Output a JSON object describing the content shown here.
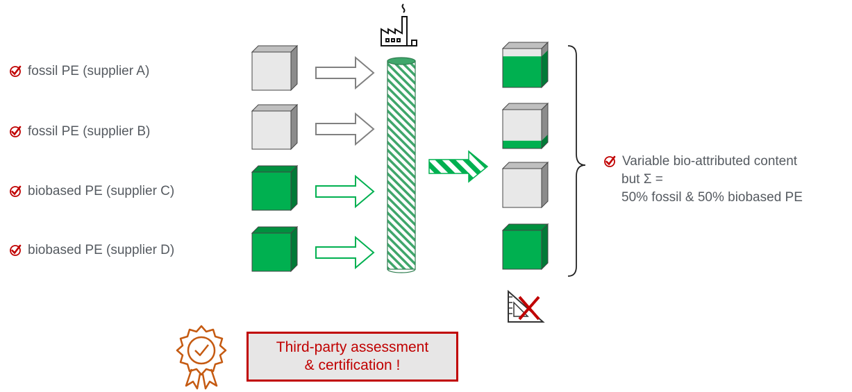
{
  "inputs": [
    {
      "label": "fossil PE (supplier A)",
      "kind": "fossil"
    },
    {
      "label": "fossil PE (supplier B)",
      "kind": "fossil"
    },
    {
      "label": "biobased PE (supplier C)",
      "kind": "biobased"
    },
    {
      "label": "biobased PE (supplier D)",
      "kind": "biobased"
    }
  ],
  "outputs": [
    {
      "bio_fraction": 0.8
    },
    {
      "bio_fraction": 0.2
    },
    {
      "bio_fraction": 0.0
    },
    {
      "bio_fraction": 1.0
    }
  ],
  "summary": {
    "line1": "Variable bio-attributed content",
    "line2": "but Σ =",
    "line3": "50% fossil & 50% biobased PE"
  },
  "certification": {
    "line1": "Third-party assessment",
    "line2": "& certification !"
  },
  "icons": {
    "check": "check-circle-icon",
    "factory": "factory-icon",
    "ruler_cross": "measure-crossed-icon",
    "badge": "certificate-badge-icon"
  },
  "colors": {
    "fossil": "#e8e8e8",
    "biobased": "#00b050",
    "accent_red": "#c00000",
    "badge_orange": "#c55a11",
    "text": "#555a60"
  }
}
